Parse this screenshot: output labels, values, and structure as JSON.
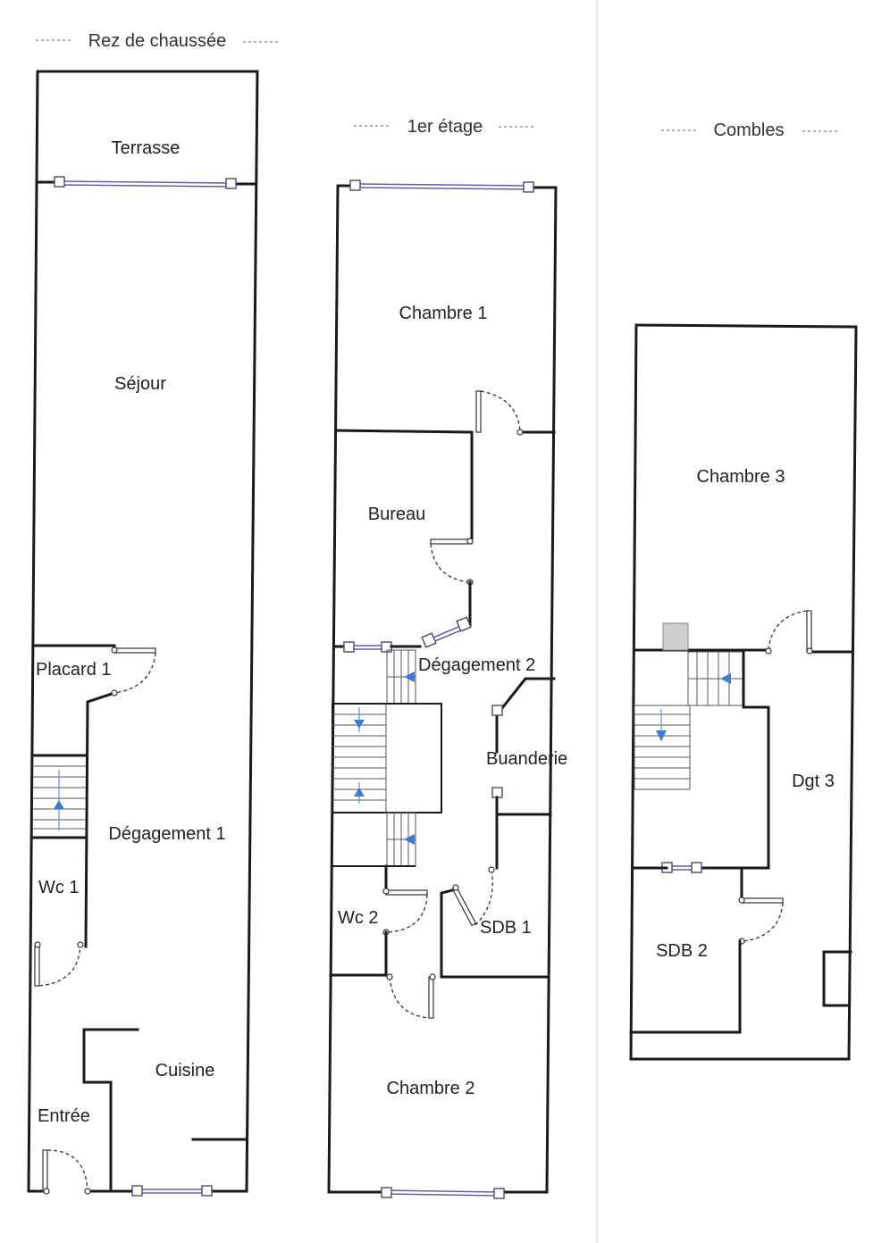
{
  "levels": {
    "ground": {
      "title": "Rez de chaussée"
    },
    "first": {
      "title": "1er étage"
    },
    "attic": {
      "title": "Combles"
    }
  },
  "rooms": {
    "terrasse": "Terrasse",
    "sejour": "Séjour",
    "placard1": "Placard 1",
    "degagement1": "Dégagement 1",
    "wc1": "Wc 1",
    "cuisine": "Cuisine",
    "entree": "Entrée",
    "chambre1": "Chambre 1",
    "bureau": "Bureau",
    "degagement2": "Dégagement 2",
    "buanderie": "Buanderie",
    "wc2": "Wc 2",
    "sdb1": "SDB 1",
    "chambre2": "Chambre 2",
    "chambre3": "Chambre 3",
    "dgt3": "Dgt 3",
    "sdb2": "SDB 2"
  },
  "colors": {
    "wall": "#1a1a1a",
    "window": "#6b5aa0",
    "stair_arrow": "#3f7ad8",
    "duct_fill": "#cfcfcf"
  }
}
